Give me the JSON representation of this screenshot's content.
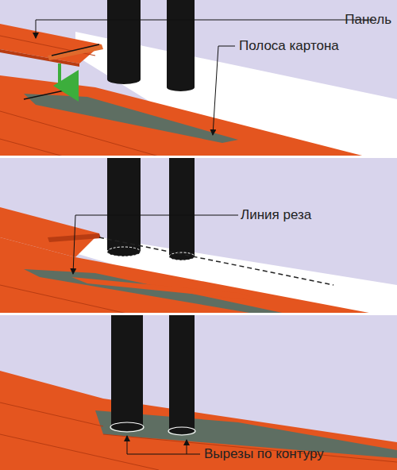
{
  "diagram": {
    "labels": [
      "Панель",
      "Полоса картона",
      "Линия реза",
      "Вырезы по контуру"
    ]
  }
}
